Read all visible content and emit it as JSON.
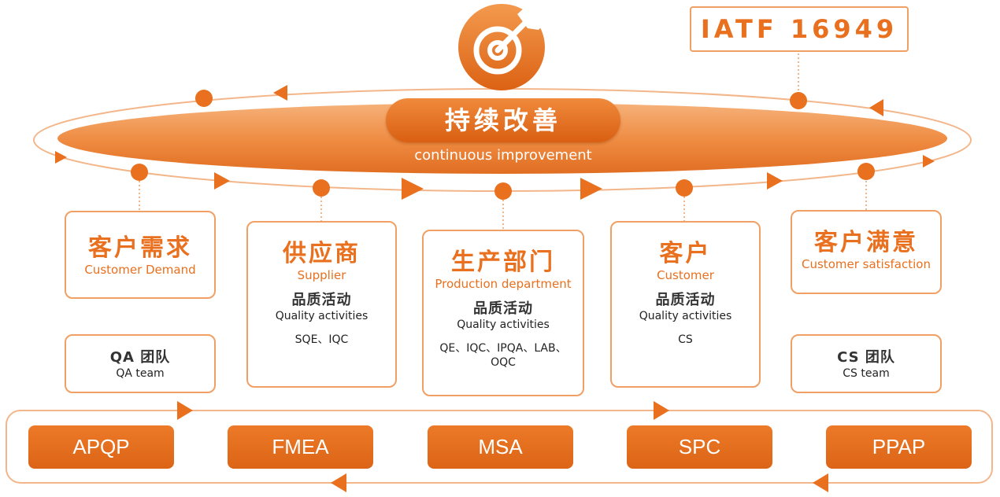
{
  "certification": "IATF 16949",
  "colors": {
    "accent": "#e8701e",
    "border": "#f0a064",
    "dot": "#e8701e"
  },
  "center": {
    "icon": "target-arrow-icon",
    "title_zh": "持续改善",
    "title_en": "continuous improvement"
  },
  "stages": [
    {
      "zh": "客户需求",
      "en": "Customer Demand"
    },
    {
      "zh": "供应商",
      "en": "Supplier",
      "activities_zh": "品质活动",
      "activities_en": "Quality activities",
      "items": "SQE、IQC"
    },
    {
      "zh": "生产部门",
      "en": "Production department",
      "activities_zh": "品质活动",
      "activities_en": "Quality activities",
      "items": "QE、IQC、IPQA、LAB、OQC"
    },
    {
      "zh": "客户",
      "en": "Customer",
      "activities_zh": "品质活动",
      "activities_en": "Quality activities",
      "items": "CS"
    },
    {
      "zh": "客户满意",
      "en": "Customer satisfaction"
    }
  ],
  "teams": [
    {
      "zh": "QA 团队",
      "en": "QA team"
    },
    {
      "zh": "CS 团队",
      "en": "CS team"
    }
  ],
  "tools": [
    "APQP",
    "FMEA",
    "MSA",
    "SPC",
    "PPAP"
  ]
}
